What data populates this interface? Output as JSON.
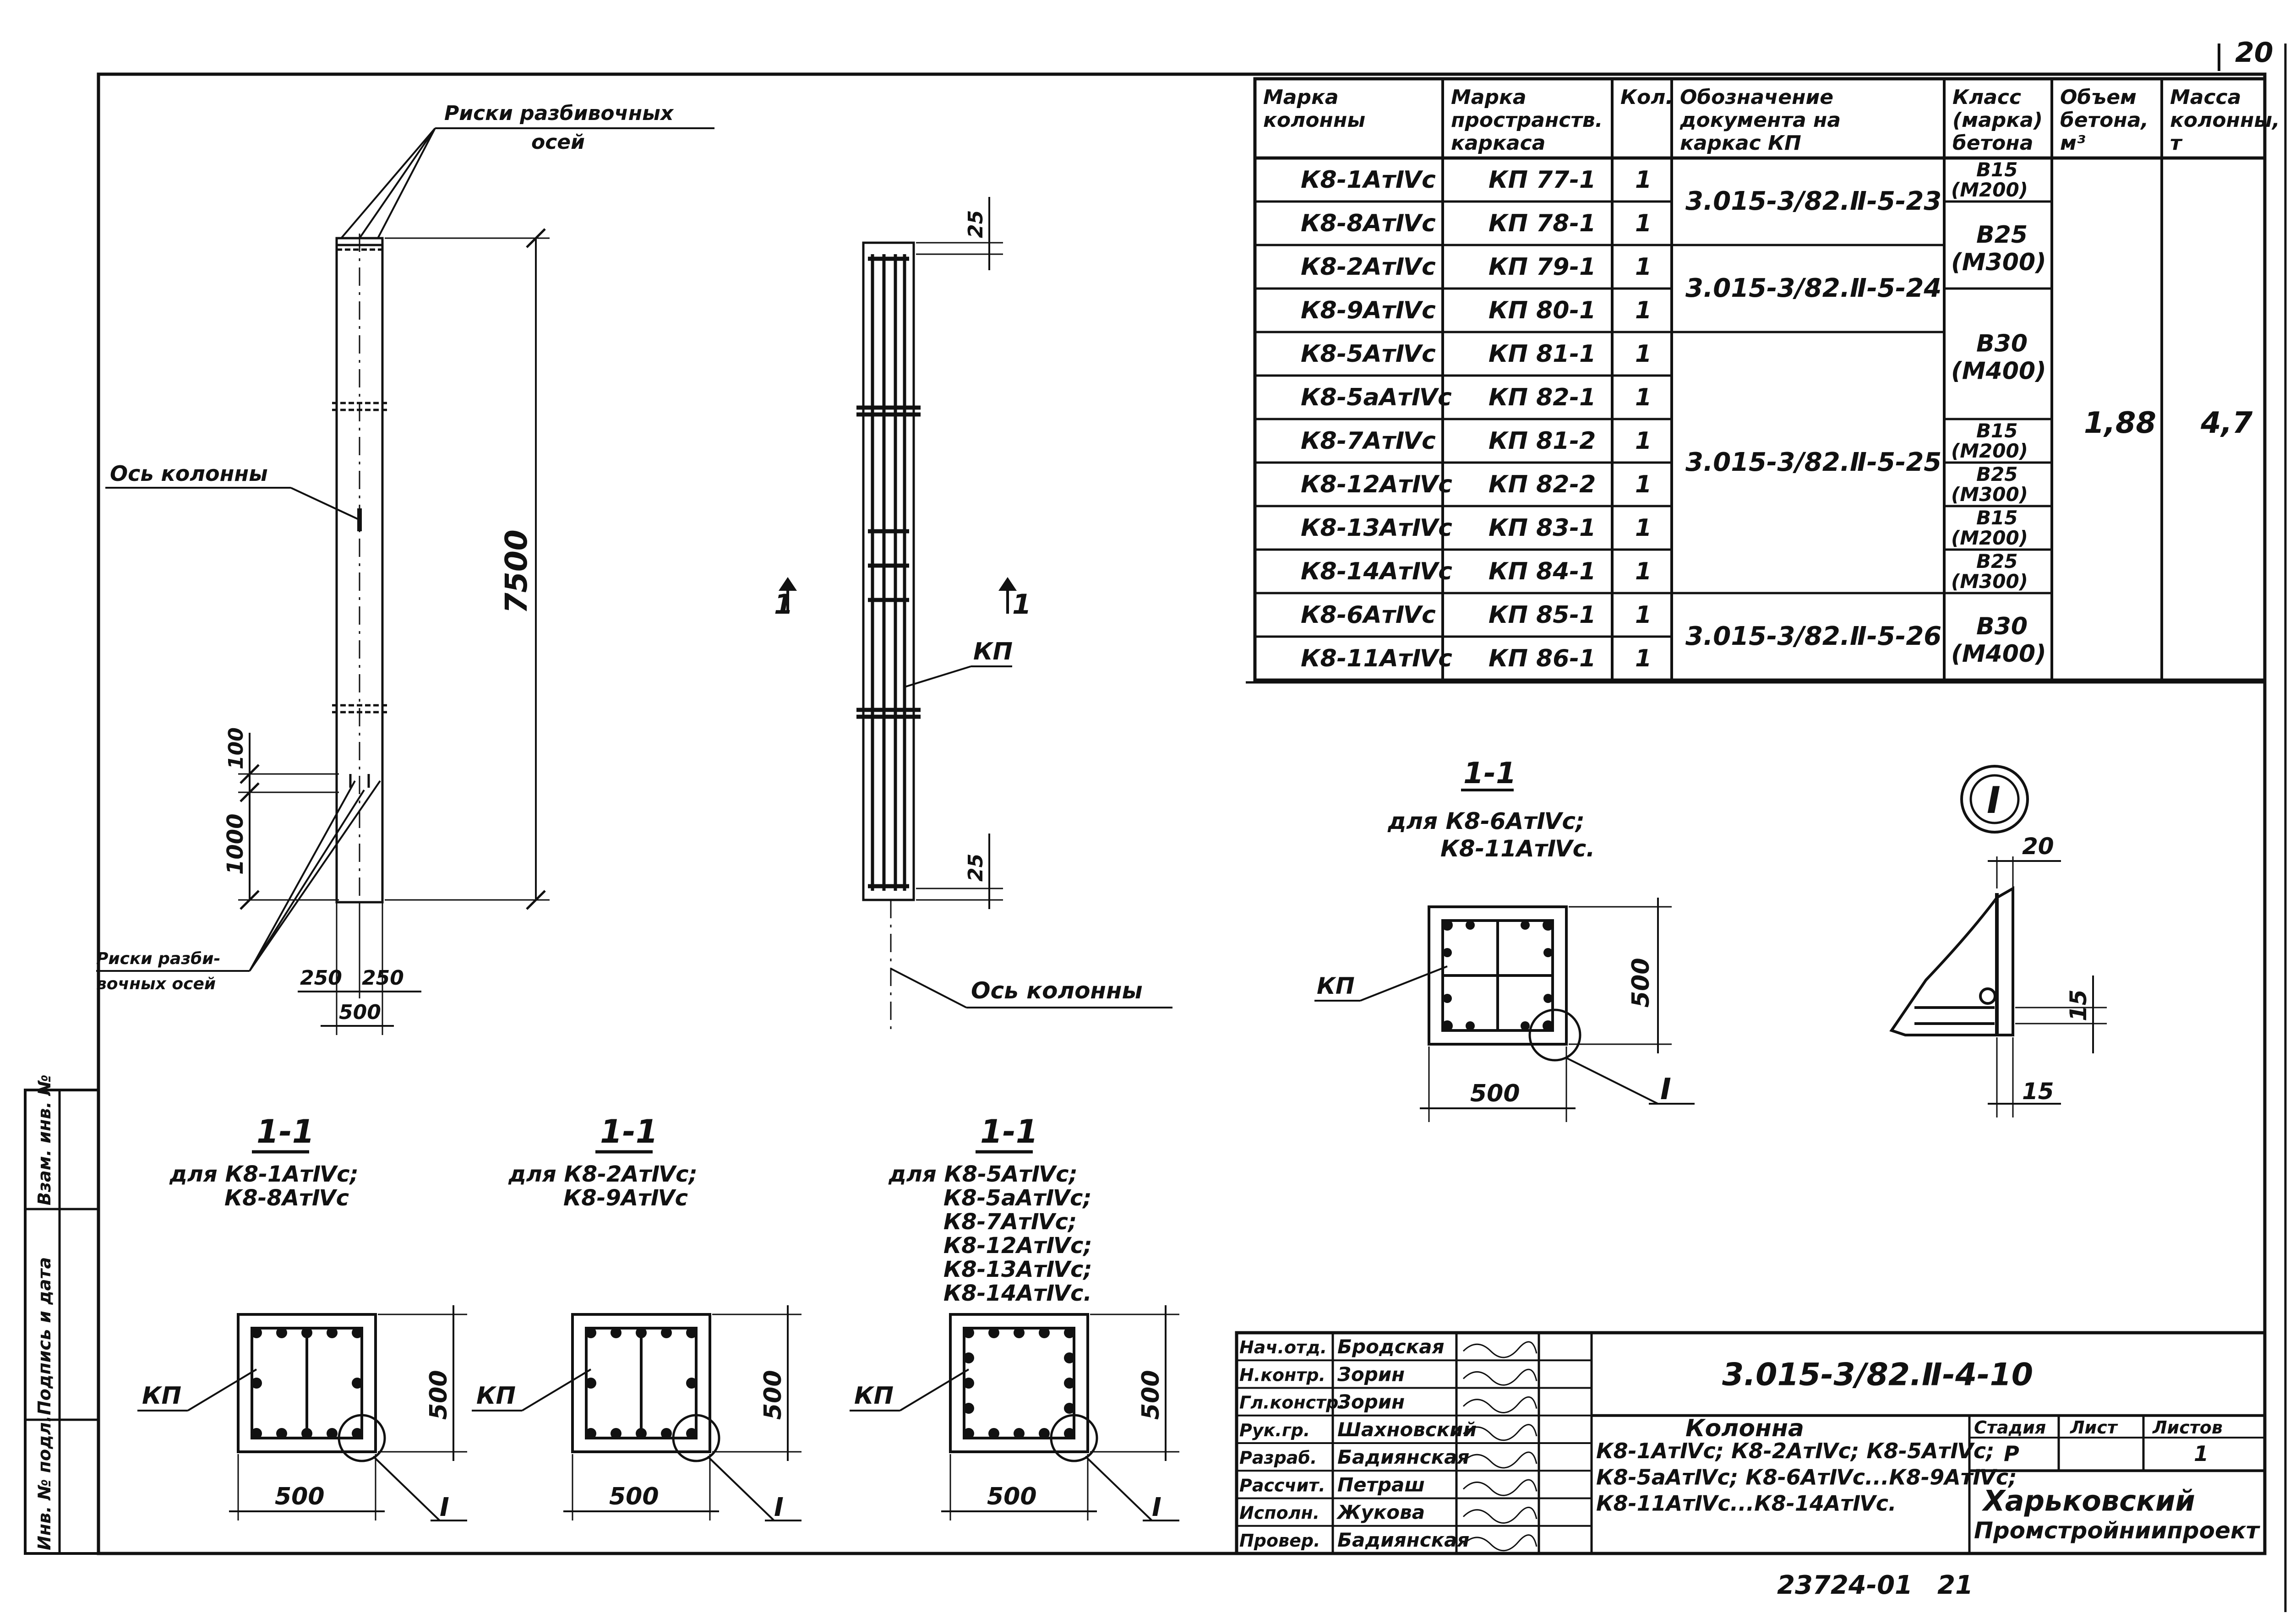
{
  "page_number": "20",
  "elevation": {
    "label_risks_top": [
      "Риски разбивочных",
      "осей"
    ],
    "label_axis": "Ось колонны",
    "dim_height": "7500",
    "dim_100a": "100",
    "dim_1000": "1000",
    "label_risks_bottom": [
      "Риски разби-",
      "вочных осей"
    ],
    "dim_250": "250",
    "dim_250b": "250",
    "dim_500": "500"
  },
  "side_view": {
    "dim_top": "25",
    "dim_bottom": "25",
    "section_mark_left": "1",
    "section_mark_right": "1",
    "label_kp": "КП",
    "label_axis": "Ось колонны"
  },
  "spec_table": {
    "headers": [
      "Марка колонны",
      "Марка пространств. каркаса",
      "Кол.",
      "Обозначение документа на каркас КП",
      "Класс (марка) бетона",
      "Объем бетона, м³",
      "Масса колонны, т"
    ],
    "header_lines": [
      [
        "Марка",
        "колонны"
      ],
      [
        "Марка",
        "пространств.",
        "каркаса"
      ],
      [
        "Кол."
      ],
      [
        "Обозначение",
        "документа на",
        "каркас КП"
      ],
      [
        "Класс",
        "(марка)",
        "бетона"
      ],
      [
        "Объем",
        "бетона,",
        "м³"
      ],
      [
        "Масса",
        "колонны,",
        "т"
      ]
    ],
    "rows": [
      {
        "column": "К8-1АтⅣс",
        "frame": "КП 77-1",
        "qty": "1"
      },
      {
        "column": "К8-8АтⅣс",
        "frame": "КП 78-1",
        "qty": "1"
      },
      {
        "column": "К8-2АтⅣс",
        "frame": "КП 79-1",
        "qty": "1"
      },
      {
        "column": "К8-9АтⅣс",
        "frame": "КП 80-1",
        "qty": "1"
      },
      {
        "column": "К8-5АтⅣс",
        "frame": "КП 81-1",
        "qty": "1"
      },
      {
        "column": "К8-5аАтⅣс",
        "frame": "КП 82-1",
        "qty": "1"
      },
      {
        "column": "К8-7АтⅣс",
        "frame": "КП 81-2",
        "qty": "1"
      },
      {
        "column": "К8-12АтⅣс",
        "frame": "КП 82-2",
        "qty": "1"
      },
      {
        "column": "К8-13АтⅣс",
        "frame": "КП 83-1",
        "qty": "1"
      },
      {
        "column": "К8-14АтⅣс",
        "frame": "КП 84-1",
        "qty": "1"
      },
      {
        "column": "К8-6АтⅣс",
        "frame": "КП 85-1",
        "qty": "1"
      },
      {
        "column": "К8-11АтⅣс",
        "frame": "КП 86-1",
        "qty": "1"
      }
    ],
    "documents": [
      "3.015-3/82.Ⅱ-5-23",
      "3.015-3/82.Ⅱ-5-24",
      "3.015-3/82.Ⅱ-5-25",
      "3.015-3/82.Ⅱ-5-26"
    ],
    "concrete": [
      [
        "В15",
        "(М200)"
      ],
      [
        "В25",
        "(М300)"
      ],
      [
        "В30",
        "(М400)"
      ],
      [
        "В15",
        "(М200)"
      ],
      [
        "В25",
        "(М300)"
      ],
      [
        "В15",
        "(М200)"
      ],
      [
        "В25",
        "(М300)"
      ],
      [
        "В30",
        "(М400)"
      ]
    ],
    "volume": "1,88",
    "mass": "4,7"
  },
  "section_right": {
    "title": "1-1",
    "caption": [
      "для К8-6АтⅣс;",
      "К8-11АтⅣс."
    ],
    "label_kp": "КП",
    "dim_h": "500",
    "dim_w": "500",
    "node_mark": "I"
  },
  "node_detail": {
    "mark": "I",
    "dim_20": "20",
    "dim_15a": "15",
    "dim_15b": "15"
  },
  "sections_bottom": [
    {
      "title": "1-1",
      "caption": [
        "для К8-1АтⅣс;",
        "К8-8АтⅣс"
      ],
      "label_kp": "КП",
      "dim_h": "500",
      "dim_w": "500",
      "node_mark": "I"
    },
    {
      "title": "1-1",
      "caption": [
        "для К8-2АтⅣс;",
        "К8-9АтⅣс"
      ],
      "label_kp": "КП",
      "dim_h": "500",
      "dim_w": "500",
      "node_mark": "I"
    },
    {
      "title": "1-1",
      "caption": [
        "для К8-5АтⅣс;",
        "К8-5аАтⅣс;",
        "К8-7АтⅣс;",
        "К8-12АтⅣс;",
        "К8-13АтⅣс;",
        "К8-14АтⅣс."
      ],
      "label_kp": "КП",
      "dim_h": "500",
      "dim_w": "500",
      "node_mark": "I"
    }
  ],
  "side_stamp": [
    "Инв. № подл.",
    "Подпись и дата",
    "Взам. инв. №"
  ],
  "title_block": {
    "doc_code": "3.015-3/82.Ⅱ-4-10",
    "roles": [
      {
        "role": "Нач.отд.",
        "name": "Бродская"
      },
      {
        "role": "Н.контр.",
        "name": "Зорин"
      },
      {
        "role": "Гл.констр.",
        "name": "Зорин"
      },
      {
        "role": "Рук.гр.",
        "name": "Шахновский"
      },
      {
        "role": "Разраб.",
        "name": "Бадиянская"
      },
      {
        "role": "Рассчит.",
        "name": "Петраш"
      },
      {
        "role": "Исполн.",
        "name": "Жукова"
      },
      {
        "role": "Провер.",
        "name": "Бадиянская"
      }
    ],
    "item_title": "Колонна",
    "item_desc": [
      "К8-1АтⅣс; К8-2АтⅣс; К8-5АтⅣс;",
      "К8-5аАтⅣс; К8-6АтⅣс...К8-9АтⅣс;",
      "К8-11АтⅣс...К8-14АтⅣс."
    ],
    "stage_label": "Стадия",
    "sheet_label": "Лист",
    "sheets_label": "Листов",
    "stage": "Р",
    "sheets": "1",
    "organization": [
      "Харьковский",
      "Промстройниипроект"
    ]
  },
  "footer_code": "23724-01",
  "footer_page": "21"
}
